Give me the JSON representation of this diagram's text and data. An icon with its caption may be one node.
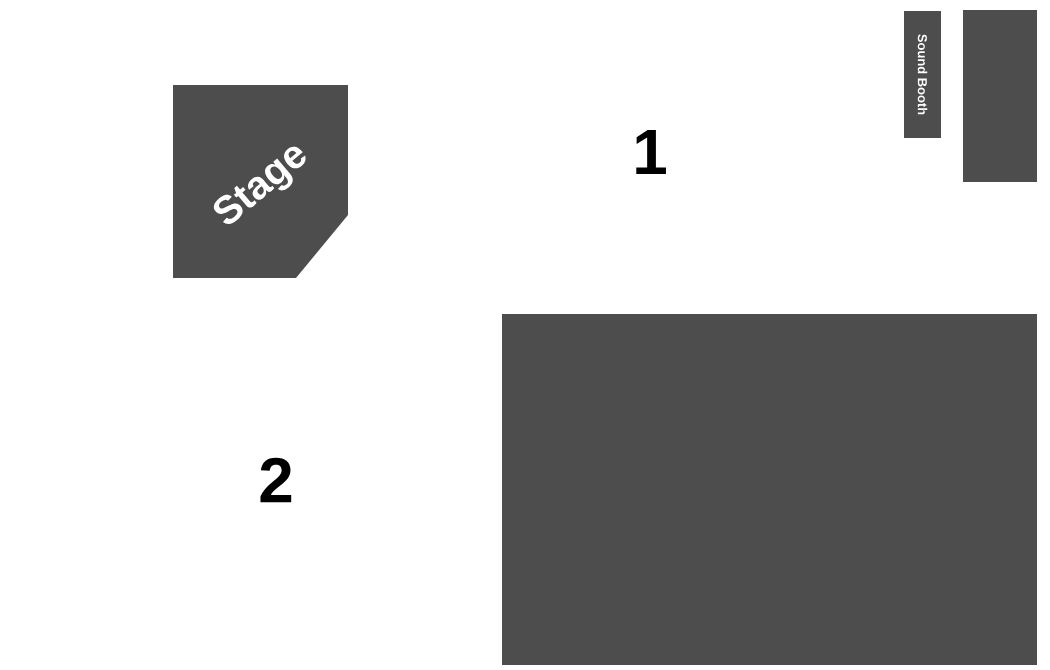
{
  "diagram": {
    "nodes": [
      {
        "text": [
          "Stage"
        ]
      },
      {
        "text": [
          "Sound Booth"
        ]
      },
      {
        "text": [],
        "shape": "box"
      },
      {
        "text": [],
        "shape": "box"
      }
    ],
    "labels": [
      "1",
      "2"
    ]
  }
}
